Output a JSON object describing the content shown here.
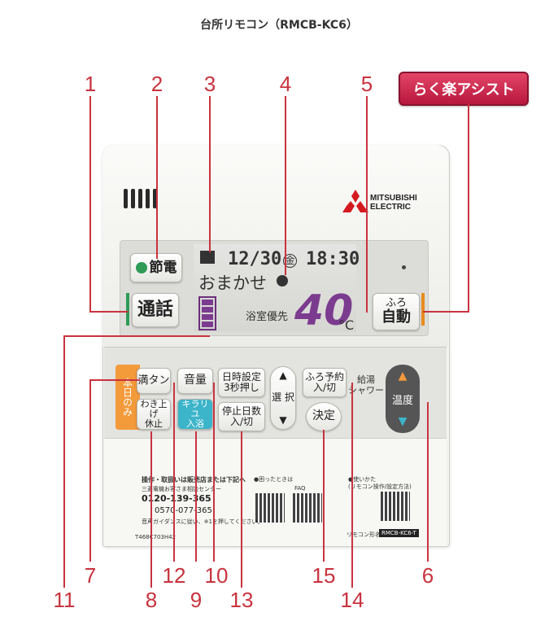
{
  "title": "台所リモコン（RMCB-KC6）",
  "badge": "らく楽アシスト",
  "brand": {
    "line1": "MITSUBISHI",
    "line2": "ELECTRIC"
  },
  "numbers": [
    "1",
    "2",
    "3",
    "4",
    "5",
    "6",
    "7",
    "8",
    "9",
    "10",
    "11",
    "12",
    "13",
    "14",
    "15"
  ],
  "lcd": {
    "date": "12/30",
    "weekday": "金",
    "time": "18:30",
    "mode": "おまかせ",
    "priority": "浴室優先",
    "temp": "40",
    "unit": "°C"
  },
  "buttons": {
    "setsuden": "節電",
    "tsuwa": "通話",
    "furo_jido_1": "ふろ",
    "furo_jido_2": "自動",
    "mantan": "満タン",
    "side_label": "本日のみ",
    "wakiage_1": "わき上げ",
    "wakiage_2": "休止",
    "onryo": "音量",
    "kirari_1": "キラリユ",
    "kirari_2": "入浴",
    "nichiji_1": "日時設定",
    "nichiji_2": "3秒押し",
    "teishi_1": "停止日数",
    "teishi_2": "入/切",
    "sentaku": "選 択",
    "furo_yoyaku_1": "ふろ予約",
    "furo_yoyaku_2": "入/切",
    "kettei": "決定",
    "kyuto_1": "給湯",
    "kyuto_2": "シャワー",
    "ondo": "温度"
  },
  "cover": {
    "op_title": "操作・取扱いは販売店または下記へ",
    "center": "三菱電機お客さま相談センター",
    "phone1": "0120-139-365",
    "phone2": "0570-077-365",
    "guidance": "音声ガイダンスに従い、※1を押してください。",
    "trouble": "●困ったときは",
    "faq": "FAQ",
    "usage_1": "●使いかた",
    "usage_2": "(リモコン操作/設定方法)",
    "model_label": "リモコン形名",
    "model": "RMCB-KC6-T",
    "part": "T468C703H42"
  }
}
